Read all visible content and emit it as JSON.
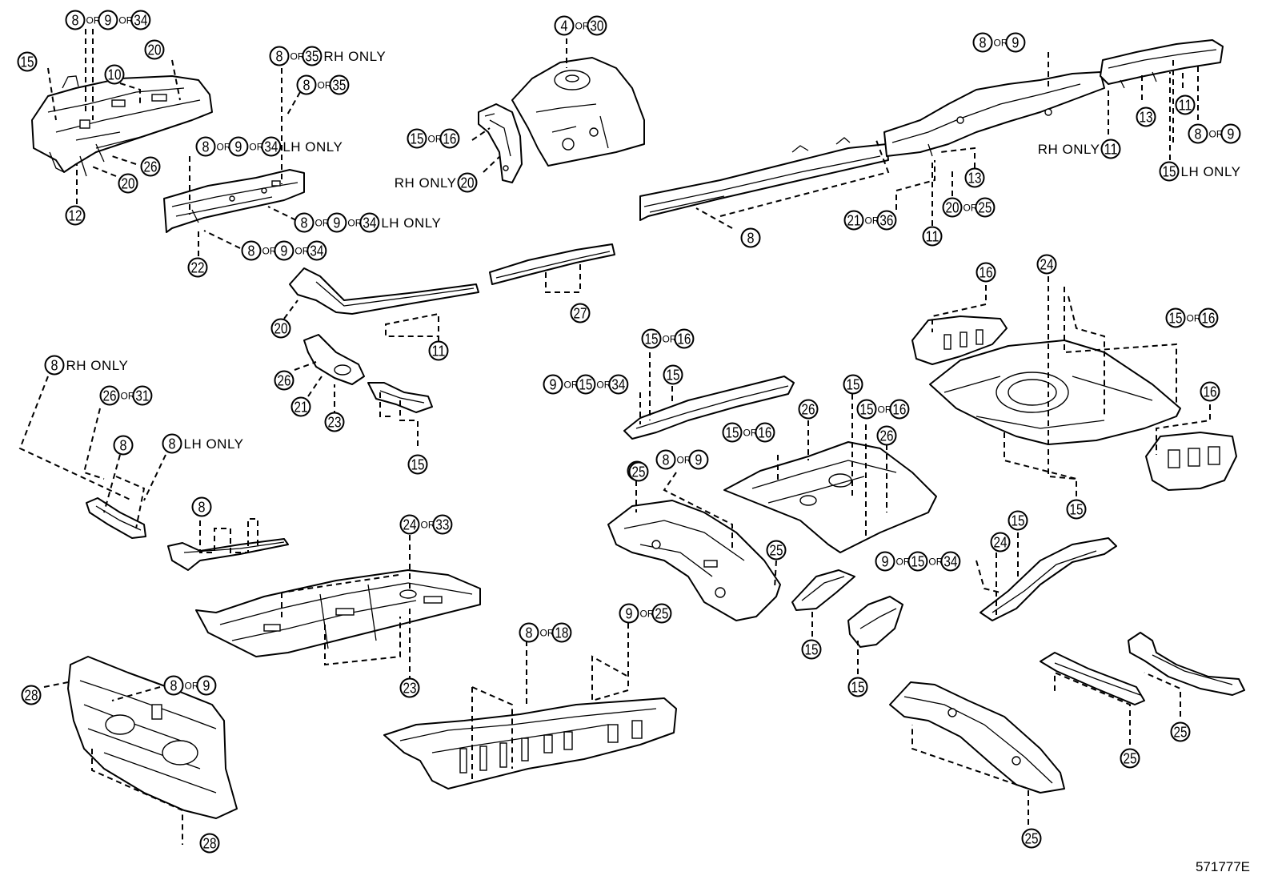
{
  "diagram": {
    "figure_code": "571777E",
    "callouts": [
      {
        "id": "c1",
        "parts": [
          "8",
          "9",
          "34"
        ],
        "sep": "OR"
      },
      {
        "id": "c2",
        "parts": [
          "15"
        ]
      },
      {
        "id": "c3",
        "parts": [
          "20"
        ]
      },
      {
        "id": "c4",
        "parts": [
          "10"
        ]
      },
      {
        "id": "c5",
        "parts": [
          "26"
        ]
      },
      {
        "id": "c6",
        "parts": [
          "20"
        ]
      },
      {
        "id": "c7",
        "parts": [
          "12"
        ]
      },
      {
        "id": "c8",
        "parts": [
          "8",
          "35"
        ],
        "sep": "OR",
        "note": "RH ONLY"
      },
      {
        "id": "c9",
        "parts": [
          "8",
          "35"
        ],
        "sep": "OR"
      },
      {
        "id": "c10",
        "parts": [
          "8",
          "9",
          "34"
        ],
        "sep": "OR",
        "note": "LH ONLY"
      },
      {
        "id": "c11",
        "parts": [
          "8",
          "9",
          "34"
        ],
        "sep": "OR",
        "note": "LH ONLY"
      },
      {
        "id": "c12",
        "parts": [
          "8",
          "9",
          "34"
        ],
        "sep": "OR"
      },
      {
        "id": "c13",
        "parts": [
          "22"
        ]
      },
      {
        "id": "c14",
        "parts": [
          "4",
          "30"
        ],
        "sep": "OR"
      },
      {
        "id": "c15",
        "parts": [
          "15",
          "16"
        ],
        "sep": "OR"
      },
      {
        "id": "c16",
        "parts": [
          "20"
        ],
        "prefix": "RH ONLY"
      },
      {
        "id": "c17",
        "parts": [
          "8",
          "9"
        ],
        "sep": "OR"
      },
      {
        "id": "c18",
        "parts": [
          "13"
        ]
      },
      {
        "id": "c19",
        "parts": [
          "11"
        ]
      },
      {
        "id": "c20",
        "parts": [
          "8",
          "9"
        ],
        "sep": "OR"
      },
      {
        "id": "c21",
        "parts": [
          "11"
        ],
        "prefix": "RH ONLY"
      },
      {
        "id": "c22",
        "parts": [
          "15"
        ],
        "note": "LH ONLY"
      },
      {
        "id": "c23",
        "parts": [
          "13"
        ]
      },
      {
        "id": "c24",
        "parts": [
          "20",
          "25"
        ],
        "sep": "OR"
      },
      {
        "id": "c25",
        "parts": [
          "21",
          "36"
        ],
        "sep": "OR"
      },
      {
        "id": "c26",
        "parts": [
          "11"
        ]
      },
      {
        "id": "c27",
        "parts": [
          "8"
        ]
      },
      {
        "id": "c28",
        "parts": [
          "20"
        ]
      },
      {
        "id": "c29",
        "parts": [
          "11"
        ]
      },
      {
        "id": "c30",
        "parts": [
          "27"
        ]
      },
      {
        "id": "c31",
        "parts": [
          "26"
        ]
      },
      {
        "id": "c32",
        "parts": [
          "21"
        ]
      },
      {
        "id": "c33",
        "parts": [
          "23"
        ]
      },
      {
        "id": "c34",
        "parts": [
          "15"
        ]
      },
      {
        "id": "c35",
        "parts": [
          "8"
        ],
        "note": "RH ONLY"
      },
      {
        "id": "c36",
        "parts": [
          "26",
          "31"
        ],
        "sep": "OR"
      },
      {
        "id": "c37",
        "parts": [
          "8"
        ]
      },
      {
        "id": "c38",
        "parts": [
          "8"
        ],
        "note": "LH ONLY"
      },
      {
        "id": "c39",
        "parts": [
          "8"
        ]
      },
      {
        "id": "c40",
        "parts": [
          "24",
          "33"
        ],
        "sep": "OR"
      },
      {
        "id": "c41",
        "parts": [
          "23"
        ]
      },
      {
        "id": "c42",
        "parts": [
          "28"
        ]
      },
      {
        "id": "c43",
        "parts": [
          "8",
          "9"
        ],
        "sep": "OR"
      },
      {
        "id": "c44",
        "parts": [
          "28"
        ]
      },
      {
        "id": "c45",
        "parts": [
          "8",
          "18"
        ],
        "sep": "OR"
      },
      {
        "id": "c46",
        "parts": [
          "9",
          "25"
        ],
        "sep": "OR"
      },
      {
        "id": "c47",
        "parts": [
          "15",
          "16"
        ],
        "sep": "OR"
      },
      {
        "id": "c48",
        "parts": [
          "15"
        ]
      },
      {
        "id": "c49",
        "parts": [
          "9",
          "15",
          "34"
        ],
        "sep": "OR"
      },
      {
        "id": "c50",
        "parts": [
          "25"
        ]
      },
      {
        "id": "c51",
        "parts": [
          "8",
          "9"
        ],
        "sep": "OR"
      },
      {
        "id": "c52",
        "parts": [
          "15"
        ]
      },
      {
        "id": "c53",
        "parts": [
          "15",
          "16"
        ],
        "sep": "OR"
      },
      {
        "id": "c54",
        "parts": [
          "15",
          "16"
        ],
        "sep": "OR"
      },
      {
        "id": "c55",
        "parts": [
          "26"
        ]
      },
      {
        "id": "c56",
        "parts": [
          "26"
        ]
      },
      {
        "id": "c57",
        "parts": [
          "25"
        ]
      },
      {
        "id": "c58",
        "parts": [
          "15"
        ]
      },
      {
        "id": "c59",
        "parts": [
          "15"
        ]
      },
      {
        "id": "c60",
        "parts": [
          "16"
        ]
      },
      {
        "id": "c61",
        "parts": [
          "24"
        ]
      },
      {
        "id": "c62",
        "parts": [
          "15",
          "16"
        ],
        "sep": "OR"
      },
      {
        "id": "c63",
        "parts": [
          "16"
        ]
      },
      {
        "id": "c64",
        "parts": [
          "15"
        ]
      },
      {
        "id": "c65",
        "parts": [
          "24"
        ]
      },
      {
        "id": "c66",
        "parts": [
          "15"
        ]
      },
      {
        "id": "c67",
        "parts": [
          "9",
          "15",
          "34"
        ],
        "sep": "OR"
      },
      {
        "id": "c68",
        "parts": [
          "25"
        ]
      },
      {
        "id": "c69",
        "parts": [
          "25"
        ]
      },
      {
        "id": "c70",
        "parts": [
          "25"
        ]
      },
      {
        "id": "c71",
        "parts": [
          "25"
        ]
      }
    ]
  }
}
